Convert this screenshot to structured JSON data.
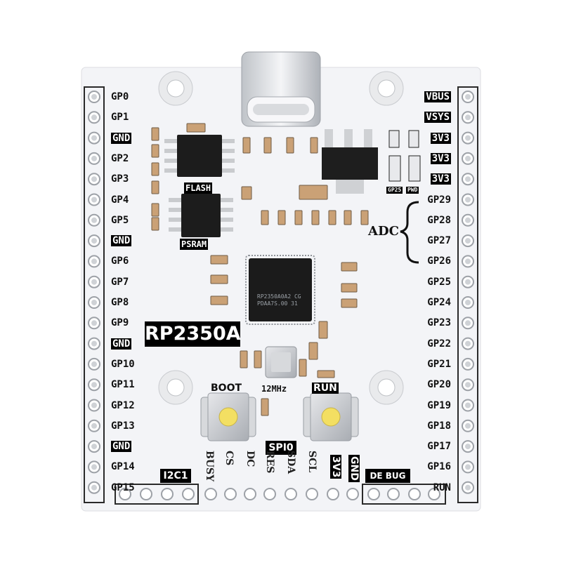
{
  "left_pins": [
    "GP0",
    "GP1",
    "GND",
    "GP2",
    "GP3",
    "GP4",
    "GP5",
    "GND",
    "GP6",
    "GP7",
    "GP8",
    "GP9",
    "GND",
    "GP10",
    "GP11",
    "GP12",
    "GP13",
    "GND",
    "GP14",
    "GP15"
  ],
  "right_pins": [
    "VBUS",
    "VSYS",
    "3V3",
    "3V3",
    "3V3",
    "GP29",
    "GP28",
    "GP27",
    "GP26",
    "GP25",
    "GP24",
    "GP23",
    "GP22",
    "GP21",
    "GP20",
    "GP19",
    "GP18",
    "GP17",
    "GP16",
    "RUN"
  ],
  "chips": {
    "flash": "FLASH",
    "psram": "PSRAM",
    "mcu_name": "RP2350A",
    "mcu_marking_1": "RP2350A0A2 CG",
    "mcu_marking_2": "PDAA7S.00 31"
  },
  "adc_label": "ADC",
  "buttons": {
    "boot": "BOOT",
    "run": "RUN"
  },
  "crystal": "12MHz",
  "jumpers": {
    "gp25": "GP25",
    "pwd": "PWD"
  },
  "bottom": {
    "i2c": "I2C1",
    "spi": "SPI0",
    "debug": "DE BUG",
    "spi_pins": [
      "BUSY",
      "CS",
      "DC",
      "RES",
      "SDA",
      "SCL"
    ],
    "power_pins": [
      "3V3",
      "GND"
    ]
  },
  "colors": {
    "board": "#f2f3f6",
    "silk": "#111111",
    "pad": "#d8d8d8",
    "chip": "#1a1a1a",
    "button_cap": "#f5e46a"
  }
}
